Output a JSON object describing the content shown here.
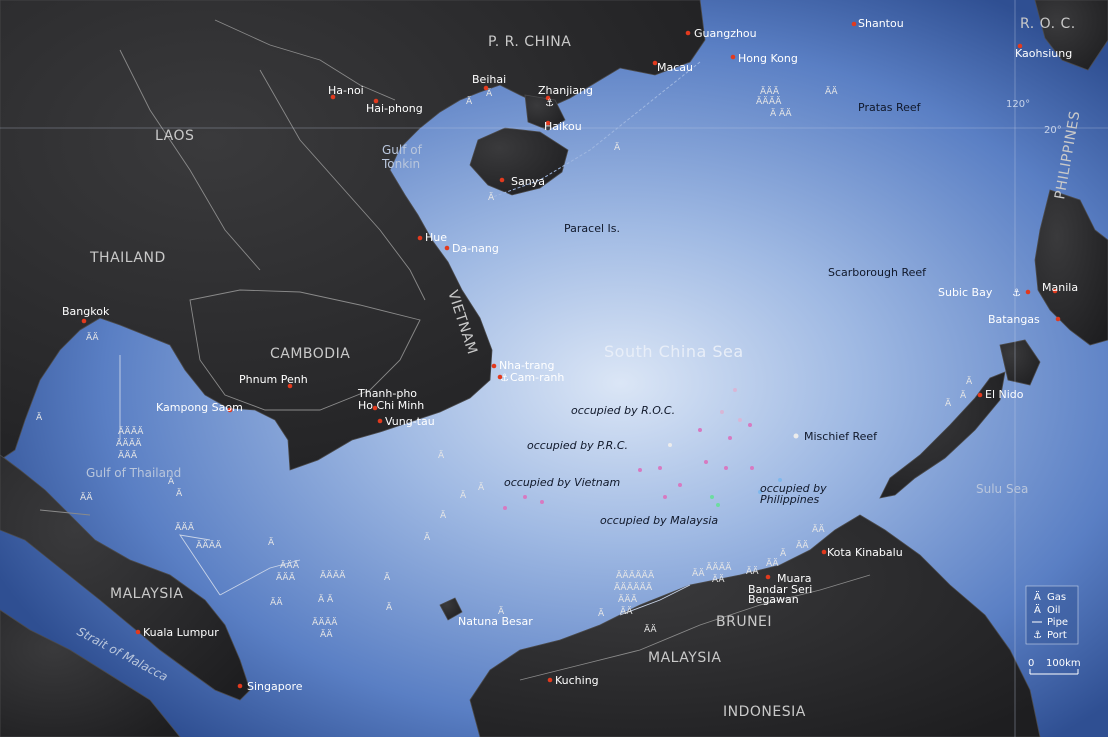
{
  "countries": {
    "china": "P. R. CHINA",
    "roc": "R. O. C.",
    "laos": "LAOS",
    "thailand": "THAILAND",
    "cambodia": "CAMBODIA",
    "vietnam": "VIETNAM",
    "philippines": "PHILIPPINES",
    "malaysia_west": "MALAYSIA",
    "malaysia_east": "MALAYSIA",
    "brunei": "BRUNEI",
    "indonesia": "INDONESIA"
  },
  "cities": {
    "guangzhou": "Guangzhou",
    "shantou": "Shantou",
    "kaohsiung": "Kaohsiung",
    "macau": "Macau",
    "hong_kong": "Hong Kong",
    "beihai": "Beihai",
    "zhanjiang": "Zhanjiang",
    "hanoi": "Ha-noi",
    "haiphong": "Hai-phong",
    "haikou": "Haikou",
    "sanya": "Sanya",
    "hue": "Hue",
    "danang": "Da-nang",
    "bangkok": "Bangkok",
    "manila": "Manila",
    "subic_bay": "Subic Bay",
    "batangas": "Batangas",
    "nha_trang": "Nha-trang",
    "cam_ranh": "Cam-ranh",
    "phnum_penh": "Phnum Penh",
    "kampong_saom": "Kampong Saom",
    "hcmc_1": "Thanh-pho",
    "hcmc_2": "Ho Chi Minh",
    "vung_tau": "Vung-tau",
    "el_nido": "El Nido",
    "kota_kinabalu": "Kota Kinabalu",
    "muara": "Muara",
    "bsb_1": "Bandar Seri",
    "bsb_2": "Begawan",
    "kuala_lumpur": "Kuala Lumpur",
    "singapore": "Singapore",
    "kuching": "Kuching",
    "natuna_besar": "Natuna Besar"
  },
  "water": {
    "gulf_tonkin_1": "Gulf of",
    "gulf_tonkin_2": "Tonkin",
    "gulf_thailand": "Gulf of Thailand",
    "south_china_sea": "South China Sea",
    "sulu_sea": "Sulu Sea",
    "malacca": "Strait of Malacca"
  },
  "features": {
    "pratas_reef": "Pratas Reef",
    "paracel": "Paracel Is.",
    "scarborough": "Scarborough Reef",
    "mischief": "Mischief Reef"
  },
  "occupation": {
    "roc": "occupied by R.O.C.",
    "prc": "occupied by P.R.C.",
    "vietnam": "occupied by Vietnam",
    "philippines_1": "occupied by",
    "philippines_2": "Philippines",
    "malaysia": "occupied by Malaysia"
  },
  "grid": {
    "lat": "20°",
    "lon": "120°"
  },
  "legend": {
    "gas": "Gas",
    "oil": "Oil",
    "pipe": "Pipe",
    "port": "Port"
  },
  "scale": {
    "zero": "0",
    "distance": "100km"
  },
  "colors": {
    "sea_light": "#d6e2f4",
    "sea_mid": "#7d9fd4",
    "sea_dark": "#34579f",
    "land": "#2b2b2d",
    "border": "#8a8a8a",
    "city_dot": "#e23a1e",
    "roc_marks": "#d8b7d6",
    "vietnam_marks": "#d77ac1",
    "philippines_marks": "#7fb8ec",
    "malaysia_marks": "#6cdca0"
  }
}
